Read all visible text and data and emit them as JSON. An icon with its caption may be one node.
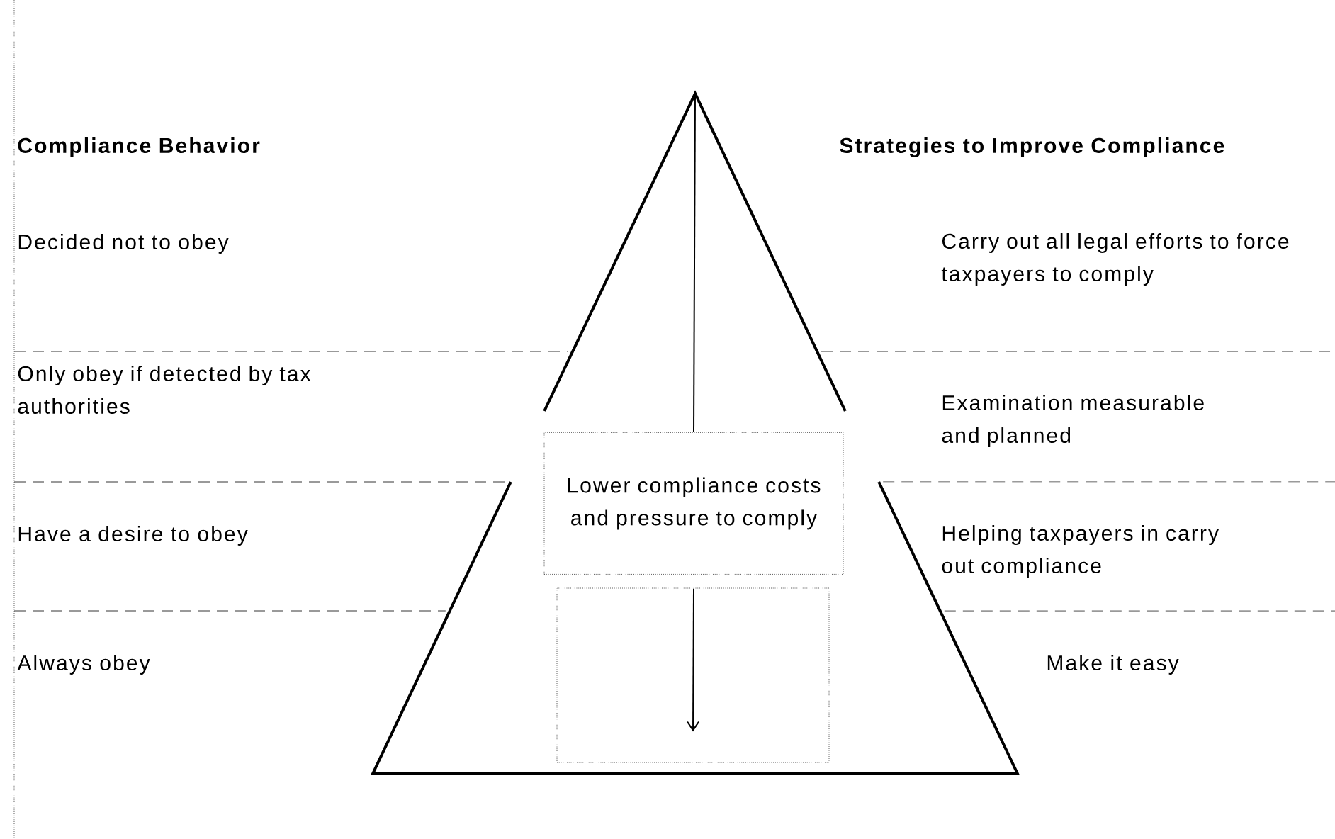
{
  "diagram": {
    "nodes": [
      {
        "text": [],
        "shape": "triangle"
      },
      {
        "text": [
          "Lower compliance costs and pressure to comply"
        ],
        "in": 0
      },
      {
        "text": [],
        "shape": "box",
        "in": 0
      }
    ],
    "edges": [
      {
        "from": 0,
        "to": 1,
        "arrow": "none"
      },
      {
        "from": 1,
        "to": 2,
        "arrow": "to"
      }
    ],
    "labels": [
      "Compliance Behavior",
      "Strategies to Improve Compliance",
      "Decided not to obey",
      "Carry out all legal efforts to force taxpayers to comply",
      "Only obey if detected by tax authorities",
      "Examination measurable and planned",
      "Have a desire to obey",
      "Helping taxpayers in carry out compliance",
      "Always obey",
      "Make it easy"
    ]
  }
}
